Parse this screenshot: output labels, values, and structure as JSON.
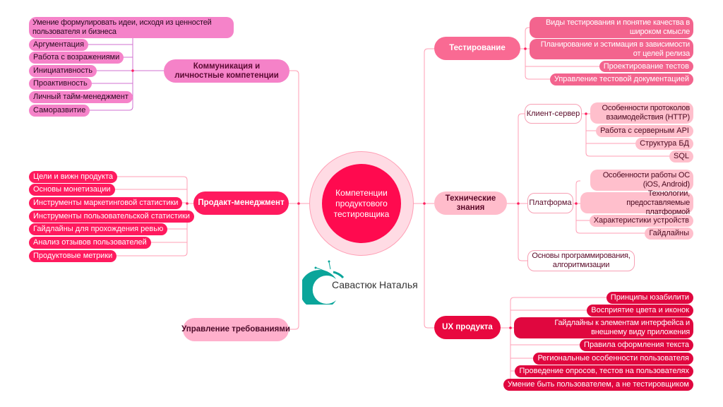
{
  "center": "Компетенции продуктового тестировщика",
  "logo_text": "Савастюк Наталья",
  "branches": {
    "communication": {
      "label": "Коммуникация и личностные компетенции",
      "items": [
        "Умение формулировать идеи, исходя из ценностей пользователя и бизнеса",
        "Аргументация",
        "Работа с возражениями",
        "Инициативность",
        "Проактивность",
        "Личный тайм-менеджмент",
        "Саморазвитие"
      ]
    },
    "product": {
      "label": "Продакт-менеджмент",
      "items": [
        "Цели и вижн продукта",
        "Основы монетизации",
        "Инструменты маркетинговой статистики",
        "Инструменты пользовательской статистики",
        "Гайдлайны для прохождения ревью",
        "Анализ отзывов пользователей",
        "Продуктовые метрики"
      ]
    },
    "requirements": {
      "label": "Управление требованиями"
    },
    "testing": {
      "label": "Тестирование",
      "items": [
        "Виды тестирования и понятие качества в широком смысле",
        "Планирование и эстимация в зависимости от целей релиза",
        "Проектирование тестов",
        "Управление тестовой документацией"
      ]
    },
    "technical": {
      "label": "Технические знания",
      "client_server": {
        "label": "Клиент-сервер",
        "items": [
          "Особенности протоколов взаимодействия (HTTP)",
          "Работа с  серверным API",
          "Структура БД",
          "SQL"
        ]
      },
      "platform": {
        "label": "Платформа",
        "items": [
          "Особенности работы ОС (iOS, Android)",
          "Технологии, предоставляемые платформой",
          "Характеристики устройств",
          "Гайдлайны"
        ]
      },
      "programming": {
        "label": "Основы программирования, алгоритмизации"
      }
    },
    "ux": {
      "label": "UX продукта",
      "items": [
        "Принципы юзабилити",
        "Восприятие цвета и иконок",
        "Гайдлайны к элементам интерфейса и внешнему виду приложения",
        "Правила оформления текста",
        "Региональные особенности пользователя",
        "Проведение опросов, тестов на пользователях",
        "Умение быть пользователем, а не тестировщиком"
      ]
    }
  },
  "colors": {
    "accent": "#ff0a4f",
    "line": "#ff9fb5",
    "comm": "#f582c8",
    "ux": "#e0073f",
    "logo": "#0aa59a"
  }
}
